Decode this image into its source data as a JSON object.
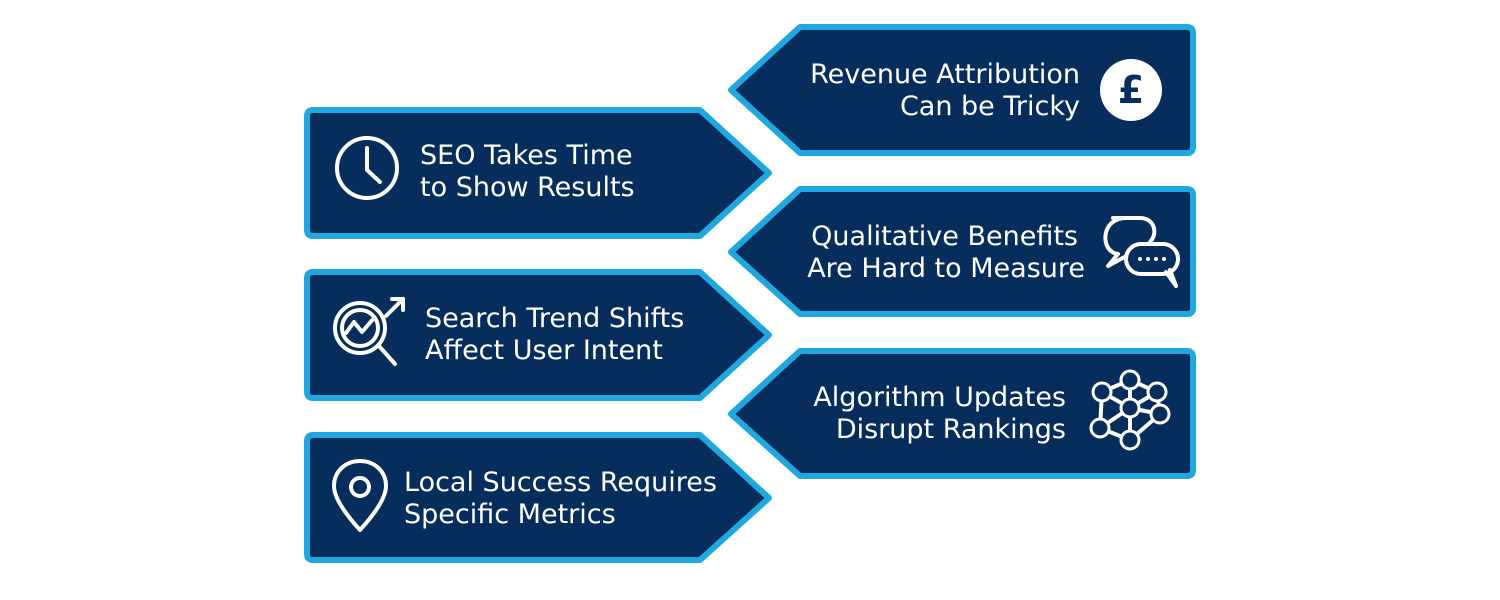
{
  "colors": {
    "background": "#ffffff",
    "shape_fill": "#062d5c",
    "shape_border": "#1fa8e0",
    "text": "#ffffff"
  },
  "items": [
    {
      "side": "right",
      "icon": "pound-sign-icon",
      "line1": "Revenue Attribution",
      "line2": "Can be Tricky"
    },
    {
      "side": "left",
      "icon": "clock-icon",
      "line1": "SEO Takes Time",
      "line2": "to Show Results"
    },
    {
      "side": "right",
      "icon": "chat-bubbles-icon",
      "line1": "Qualitative Benefits",
      "line2": "Are Hard to Measure"
    },
    {
      "side": "left",
      "icon": "trend-magnifier-icon",
      "line1": "Search Trend Shifts",
      "line2": "Affect User Intent"
    },
    {
      "side": "right",
      "icon": "network-nodes-icon",
      "line1": "Algorithm Updates",
      "line2": "Disrupt Rankings"
    },
    {
      "side": "left",
      "icon": "location-pin-icon",
      "line1": "Local Success Requires",
      "line2": "Specific Metrics"
    }
  ]
}
